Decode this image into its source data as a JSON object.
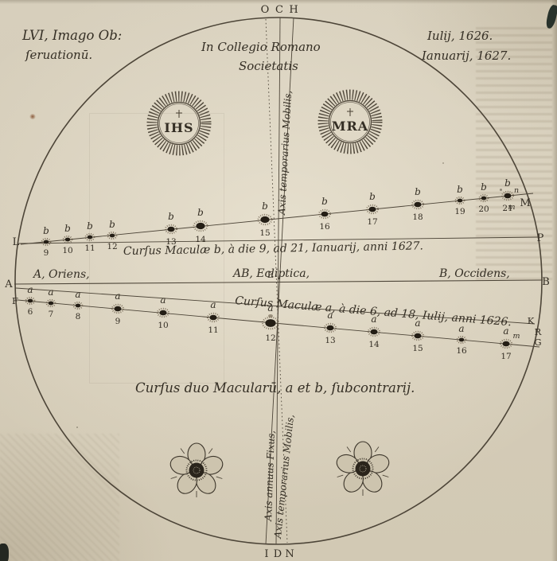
{
  "colors": {
    "paper": "#d7cfbc",
    "ink": "#342e24",
    "line": "#4d4538",
    "sunspot": "#241e15"
  },
  "header": {
    "plate_label_line1": "LVI, Imago Ob:",
    "plate_label_line2": "ſeruationū.",
    "date_line1": "Iulij, 1626.",
    "date_line2": "Ianuarij, 1627.",
    "college_line1": "In Collegio Romano",
    "college_line2": "Societatis"
  },
  "disk": {
    "top_letters": [
      "O",
      "C",
      "H"
    ],
    "bottom_letters": [
      "I",
      "D",
      "N"
    ]
  },
  "emblems": {
    "left_monogram": "IHS",
    "right_monogram": "MRA"
  },
  "axis_labels": {
    "temporal_upper": "Axis temporarius Mobilis,",
    "annual_lower": "Axis annuus Fixus,",
    "temporal_lower": "Axis temporarius Mobilis,"
  },
  "ecliptic": {
    "label_left": "A, Oriens,",
    "label_center": "AB, Ecliptica,",
    "label_right": "B, Occidens,"
  },
  "edge_letters": {
    "L": "L",
    "P": "P",
    "A": "A",
    "B": "B",
    "F": "F",
    "E": "E",
    "M": "M",
    "n_upper": "n",
    "m_upper": "m",
    "K": "K",
    "R": "R",
    "G": "G",
    "m_lower": "m"
  },
  "track_b": {
    "caption": "Curſus Maculæ b, à die 9, ad 21, Ianuarij, anni 1627.",
    "letter": "b",
    "days": [
      "9",
      "10",
      "11",
      "12",
      "13",
      "14",
      "15",
      "16",
      "17",
      "18",
      "19",
      "20",
      "21"
    ]
  },
  "track_a": {
    "caption": "Curſus Maculæ a, à die 6, ad 18, Iulij, anni 1626.",
    "letter": "a",
    "days": [
      "6",
      "7",
      "8",
      "9",
      "10",
      "11",
      "12",
      "13",
      "14",
      "15",
      "16",
      "17"
    ]
  },
  "footer": {
    "caption": "Curſus duo Macularū, a et b, ſubcontrarij."
  }
}
